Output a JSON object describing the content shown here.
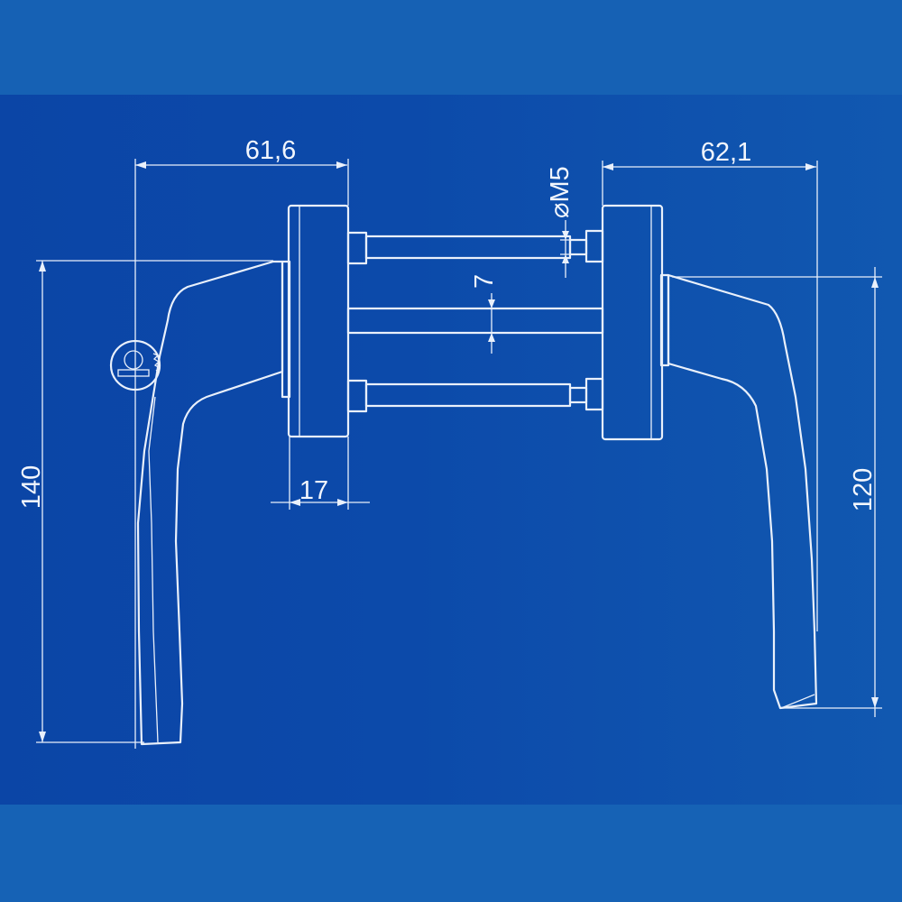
{
  "drawing": {
    "background_color": "#0c4aaa",
    "line_color": "#e9f0fb",
    "dimensions": {
      "left_width": "61,6",
      "right_width": "62,1",
      "thread": "⌀M5",
      "spindle": "7",
      "rose_thickness": "17",
      "left_height": "140",
      "right_height": "120"
    }
  }
}
